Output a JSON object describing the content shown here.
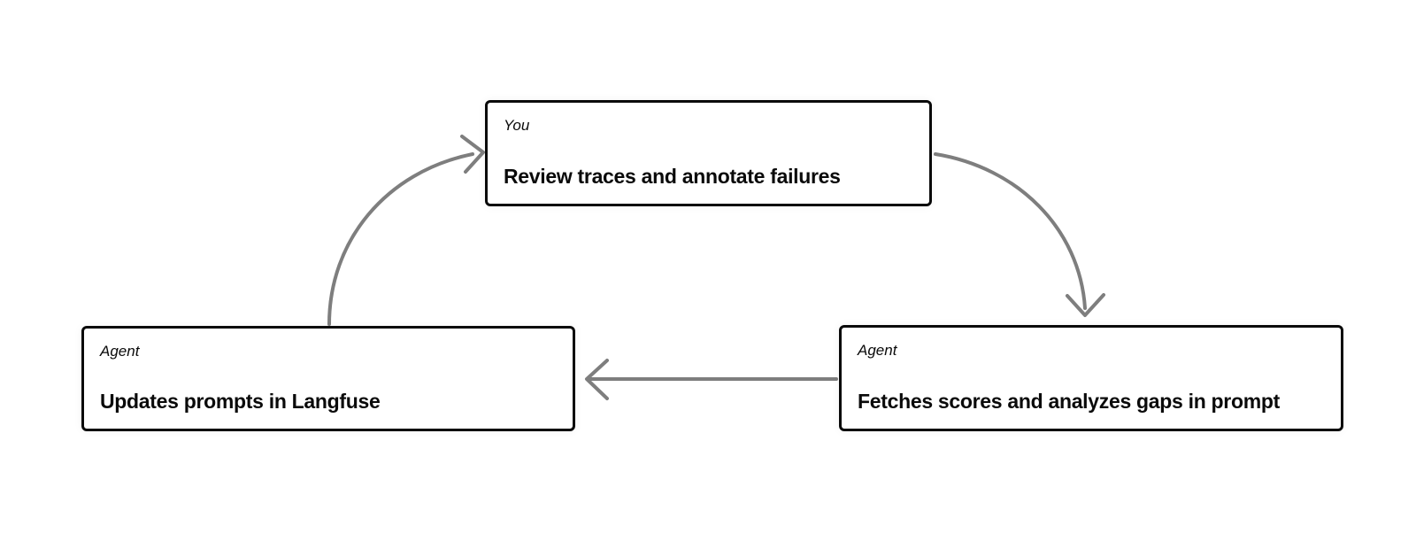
{
  "diagram": {
    "colors": {
      "background": "#ffffff",
      "node_border": "#0a0a0a",
      "node_fill": "#ffffff",
      "arrow": "#7e7e7e",
      "text": "#0a0a0a"
    },
    "nodes": [
      {
        "id": "review",
        "role": "You",
        "label": "Review traces and annotate failures"
      },
      {
        "id": "updates",
        "role": "Agent",
        "label": "Updates prompts in Langfuse"
      },
      {
        "id": "fetches",
        "role": "Agent",
        "label": "Fetches scores and analyzes gaps in prompt"
      }
    ],
    "edges": [
      {
        "from": "updates",
        "to": "review",
        "style": "curved"
      },
      {
        "from": "review",
        "to": "fetches",
        "style": "curved"
      },
      {
        "from": "fetches",
        "to": "updates",
        "style": "straight"
      }
    ]
  }
}
